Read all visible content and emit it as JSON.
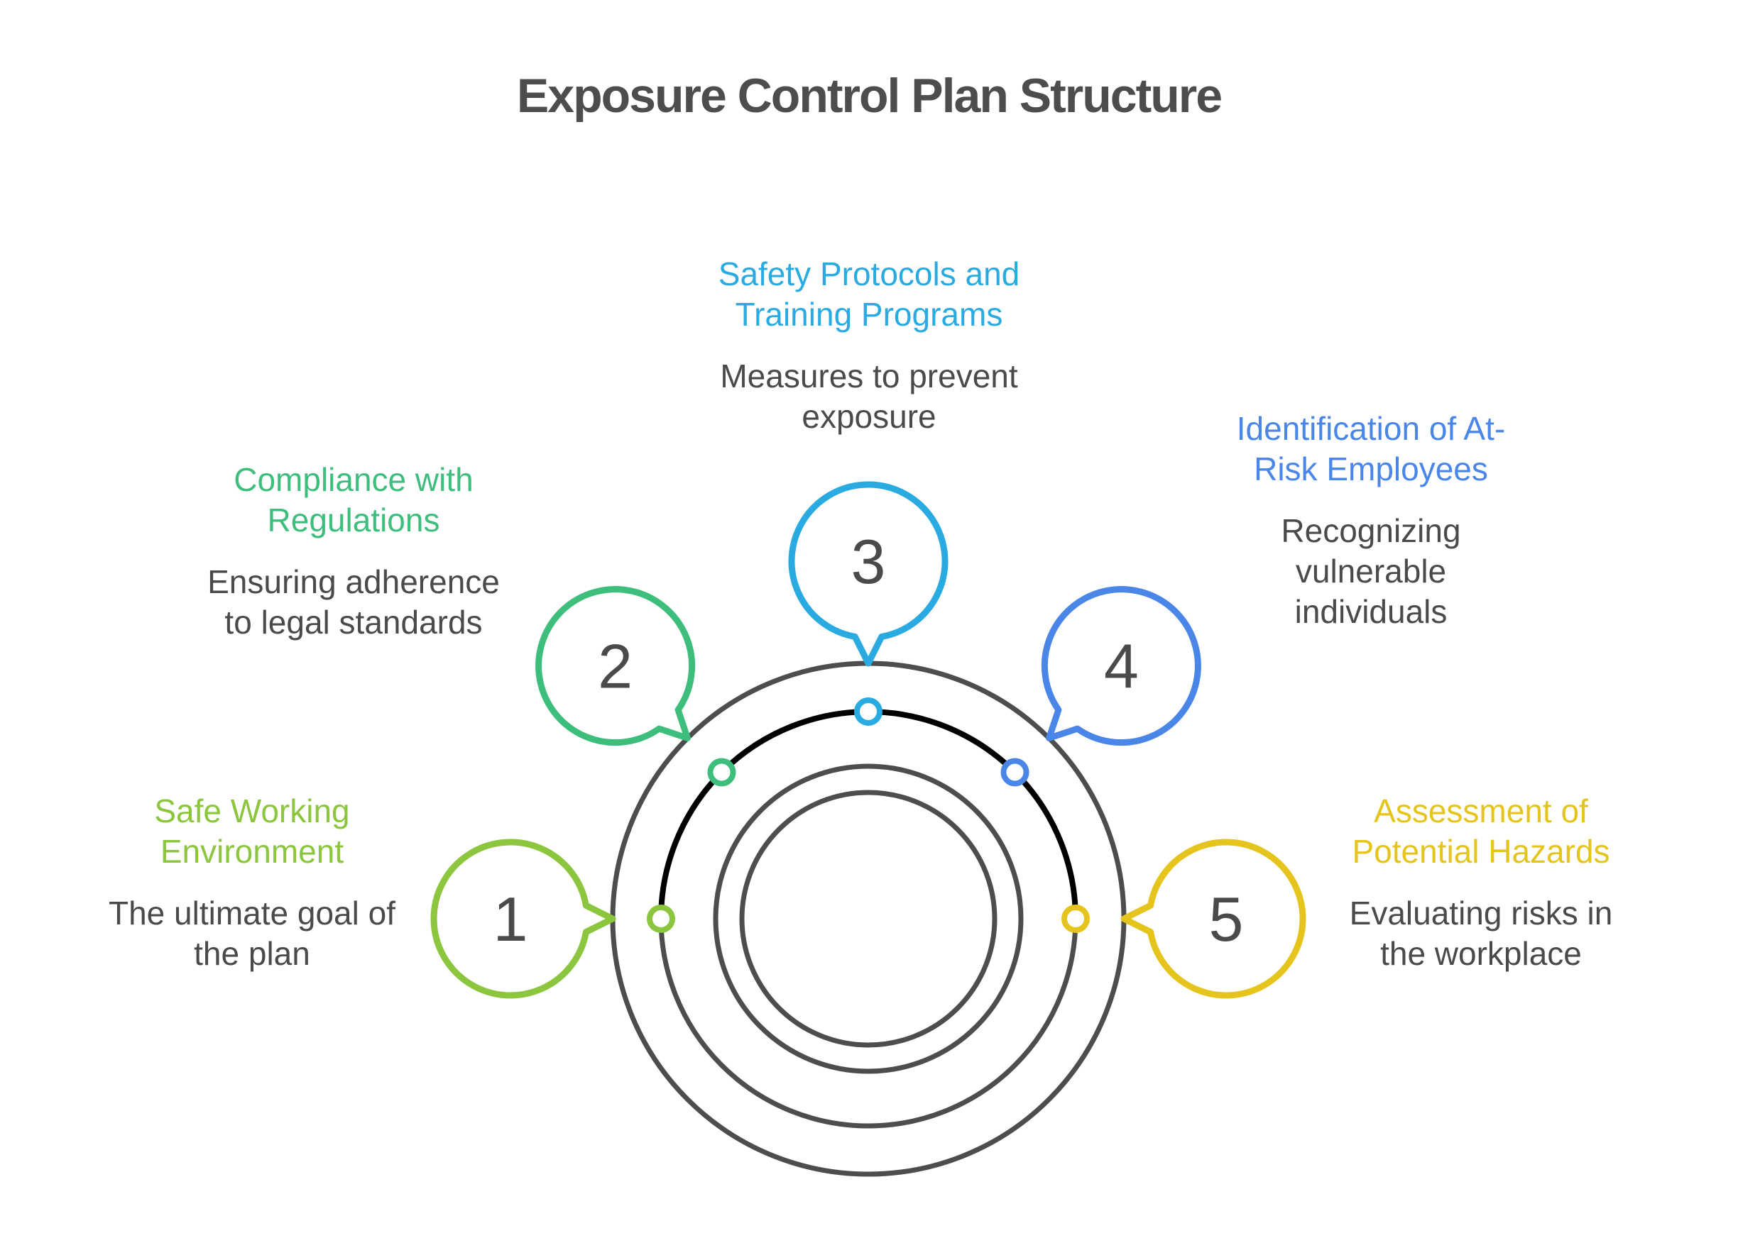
{
  "title": "Exposure Control Plan Structure",
  "colors": {
    "title_text": "#4D4D4D",
    "body_text": "#4A4A4A",
    "ring_gray": "#4D4D4D",
    "arc_black": "#000000",
    "step1": "#8CC63F",
    "step2": "#3EBE7C",
    "step3": "#29ABE2",
    "step4": "#4A86E8",
    "step5": "#E5C51D"
  },
  "steps": [
    {
      "number": "1",
      "color": "#8CC63F",
      "heading": "Safe Working\nEnvironment",
      "description": "The ultimate goal of\nthe plan"
    },
    {
      "number": "2",
      "color": "#3EBE7C",
      "heading": "Compliance with\nRegulations",
      "description": "Ensuring adherence\nto legal standards"
    },
    {
      "number": "3",
      "color": "#29ABE2",
      "heading": "Safety Protocols and\nTraining Programs",
      "description": "Measures to prevent\nexposure"
    },
    {
      "number": "4",
      "color": "#4A86E8",
      "heading": "Identification of At-\nRisk Employees",
      "description": "Recognizing\nvulnerable\nindividuals"
    },
    {
      "number": "5",
      "color": "#E5C51D",
      "heading": "Assessment of\nPotential Hazards",
      "description": "Evaluating risks in\nthe workplace"
    }
  ]
}
